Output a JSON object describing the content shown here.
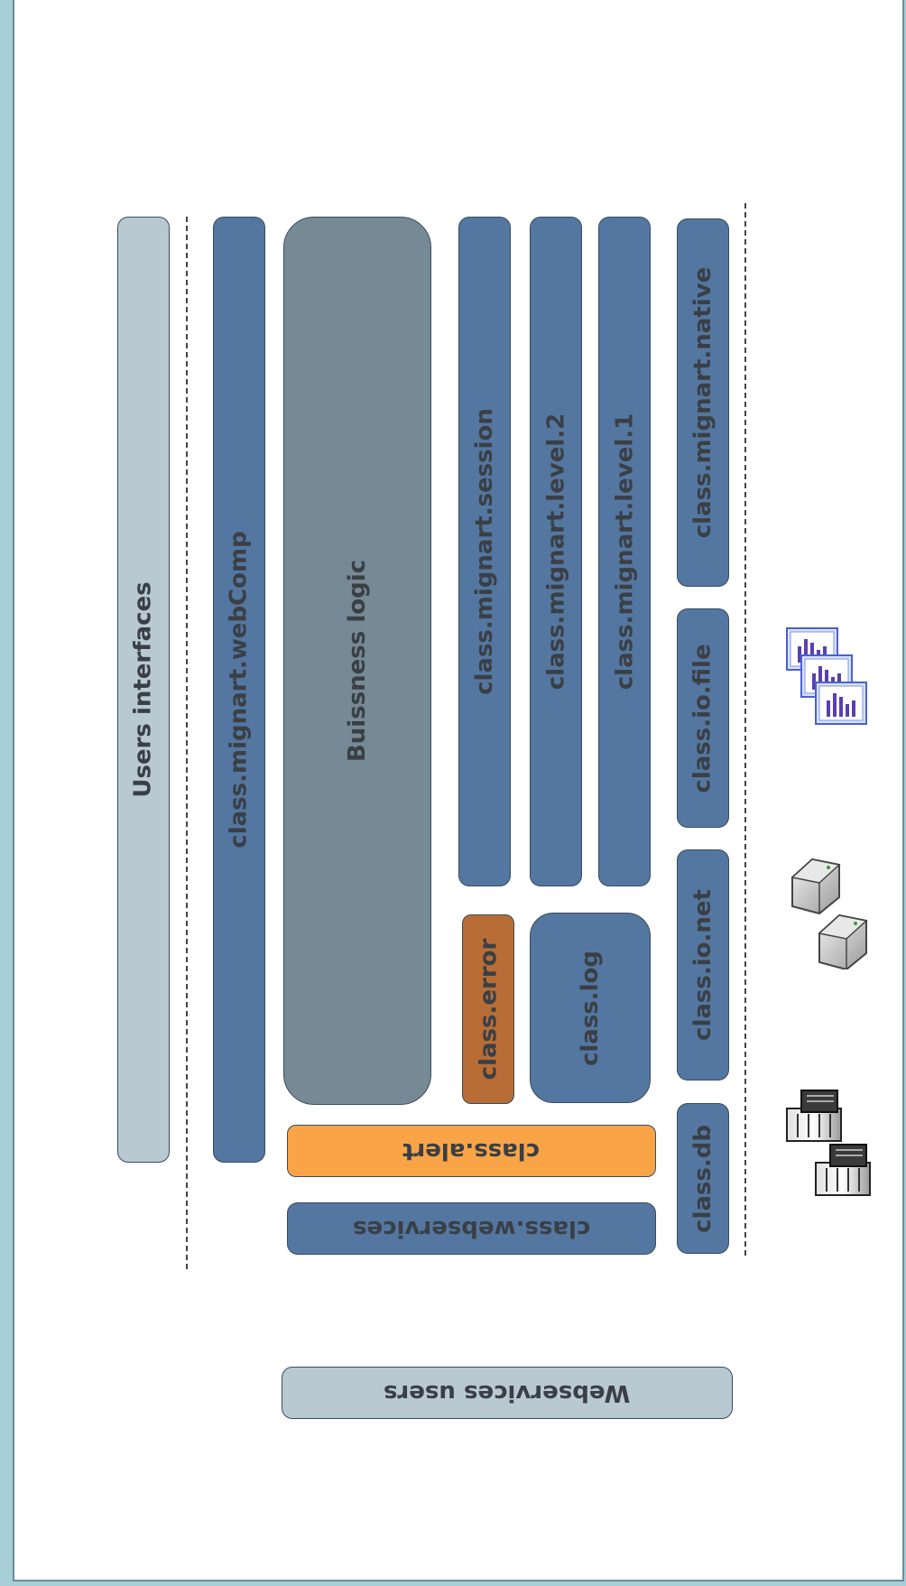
{
  "diagram": {
    "users_interfaces": "Users interfaces",
    "webcomp": "class.mignart.webComp",
    "business_logic": "Buissness logic",
    "session": "class.mignart.session",
    "level2": "class.mignart.level.2",
    "level1": "class.mignart.level.1",
    "native": "class.mignart.native",
    "error": "class.error",
    "log": "class.log",
    "alert": "class.alert",
    "webservices": "class.webservices",
    "io_file": "class.io.file",
    "io_net": "class.io.net",
    "db": "class.db",
    "webservices_users": "Webservices users"
  },
  "icons": {
    "file": "file-stack-icon",
    "network": "server-pair-icon",
    "database": "database-pair-icon"
  },
  "colors": {
    "module_blue": "#5377a0",
    "interface_light": "#b8c9d2",
    "business_gray": "#768a95",
    "error_brown": "#b76d35",
    "alert_orange": "#f9a547"
  }
}
